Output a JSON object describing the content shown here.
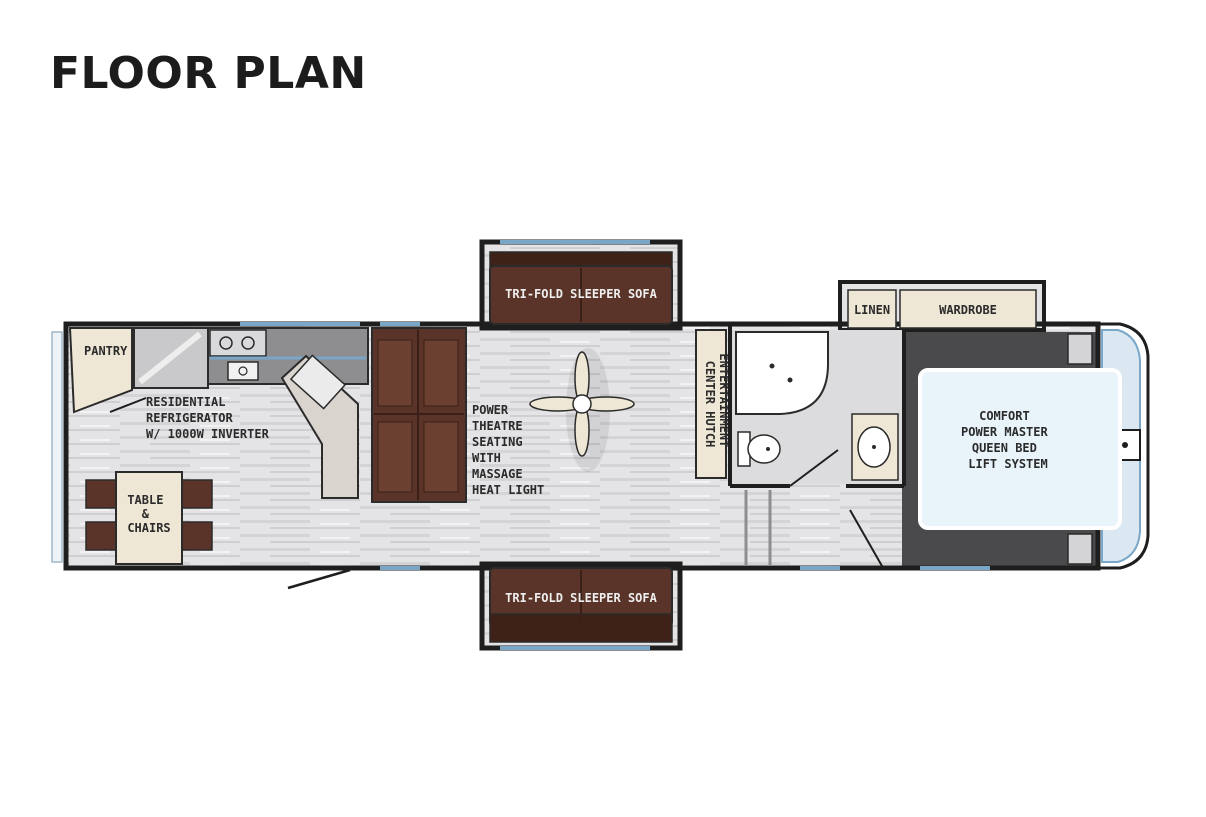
{
  "page": {
    "title": "FLOOR PLAN"
  },
  "labels": {
    "pantry": "PANTRY",
    "refrigerator": [
      "RESIDENTIAL",
      "REFRIGERATOR",
      "W/ 1000W INVERTER"
    ],
    "table": [
      "TABLE",
      "&",
      "CHAIRS"
    ],
    "theatre_seating": [
      "POWER",
      "THEATRE",
      "SEATING",
      "WITH",
      "MASSAGE",
      "HEAT LIGHT"
    ],
    "sofa_top": "TRI-FOLD SLEEPER SOFA",
    "sofa_bottom": "TRI-FOLD SLEEPER SOFA",
    "entertainment": [
      "ENTERTAINMENT",
      "CENTER HUTCH"
    ],
    "linen": "LINEN",
    "wardrobe": "WARDROBE",
    "bed": [
      "COMFORT",
      "POWER MASTER",
      "QUEEN BED",
      "LIFT SYSTEM"
    ]
  },
  "colors": {
    "wall": "#1e1e1e",
    "floor": "#e4e4e6",
    "sofa_brown": "#5a3428",
    "cabinet": "#efe7d6",
    "bedroom_floor": "#4a4a4c",
    "bed": "#e8f3fa",
    "window_blue": "#7aa7c7"
  }
}
